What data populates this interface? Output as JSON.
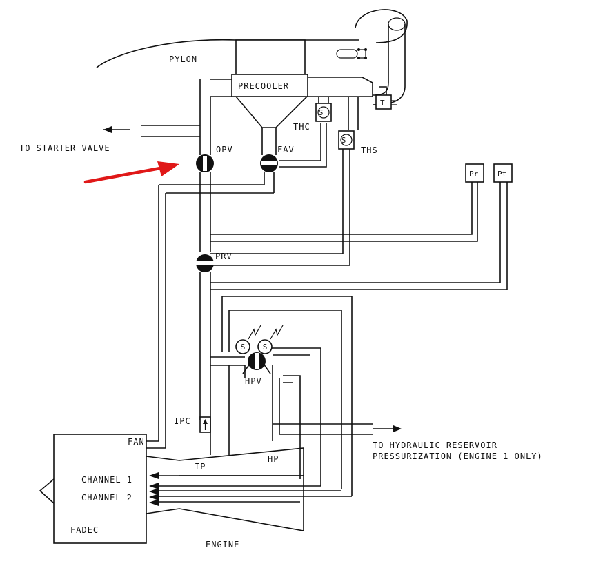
{
  "labels": {
    "pylon": "PYLON",
    "precooler": "PRECOOLER",
    "to_starter_valve": "TO STARTER VALVE",
    "opv": "OPV",
    "fav": "FAV",
    "thc": "THC",
    "ths": "THS",
    "prv": "PRV",
    "hpv": "HPV",
    "ipc": "IPC",
    "fan": "FAN",
    "channel_1": "CHANNEL 1",
    "channel_2": "CHANNEL 2",
    "fadec": "FADEC",
    "ip": "IP",
    "hp": "HP",
    "engine": "ENGINE",
    "hydraulic_line1": "TO HYDRAULIC RESERVOIR",
    "hydraulic_line2": "PRESSURIZATION (ENGINE 1 ONLY)",
    "pr": "Pr",
    "pt": "Pt",
    "t": "T",
    "s": "S"
  },
  "colors": {
    "line": "#111111",
    "arrow": "#e01818",
    "background": "#ffffff"
  },
  "icons": {
    "solenoid": "s-solenoid-icon",
    "lightning": "lightning-bolt-icon",
    "pointer": "red-arrow-icon"
  }
}
